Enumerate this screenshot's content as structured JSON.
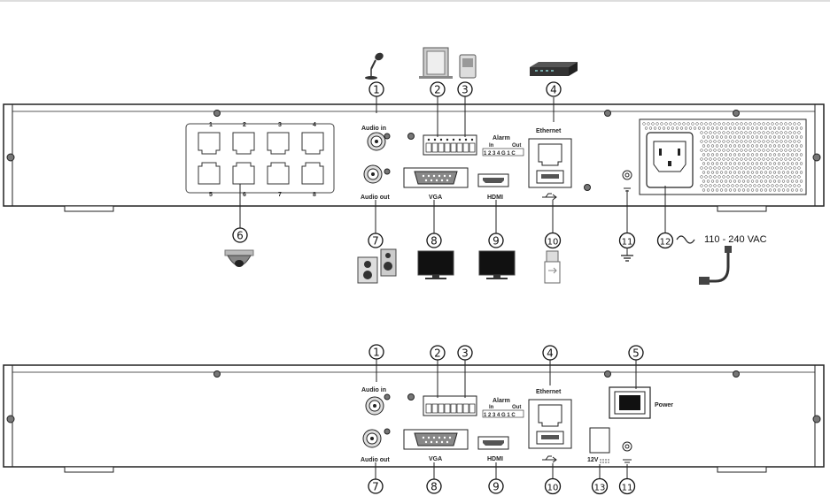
{
  "top_panel": {
    "labels": {
      "audio_in": "Audio in",
      "audio_out": "Audio out",
      "vga": "VGA",
      "hdmi": "HDMI",
      "ethernet": "Ethernet",
      "alarm": "Alarm",
      "alarm_in": "In",
      "alarm_out": "Out",
      "alarm_pins": "1 2 3 4 G 1 C",
      "voltage": "110 - 240 VAC"
    },
    "poe_port_numbers": [
      "1",
      "2",
      "3",
      "4",
      "5",
      "6",
      "7",
      "8"
    ],
    "callouts": [
      "1",
      "2",
      "3",
      "4",
      "6",
      "7",
      "8",
      "9",
      "10",
      "11",
      "12"
    ]
  },
  "bottom_panel": {
    "labels": {
      "audio_in": "Audio in",
      "audio_out": "Audio out",
      "vga": "VGA",
      "hdmi": "HDMI",
      "ethernet": "Ethernet",
      "alarm": "Alarm",
      "alarm_in": "In",
      "alarm_out": "Out",
      "alarm_pins": "1 2 3 4 G 1 C",
      "power": "Power",
      "dc": "12V"
    },
    "callouts": [
      "1",
      "2",
      "3",
      "4",
      "5",
      "7",
      "8",
      "9",
      "10",
      "13",
      "11"
    ]
  },
  "icons": [
    "microphone-icon",
    "door-sensor-icon",
    "alarm-siren-icon",
    "network-switch-icon",
    "dome-camera-icon",
    "speakers-icon",
    "monitor-icon",
    "usb-flash-drive-icon",
    "ground-icon",
    "power-cord-icon"
  ]
}
